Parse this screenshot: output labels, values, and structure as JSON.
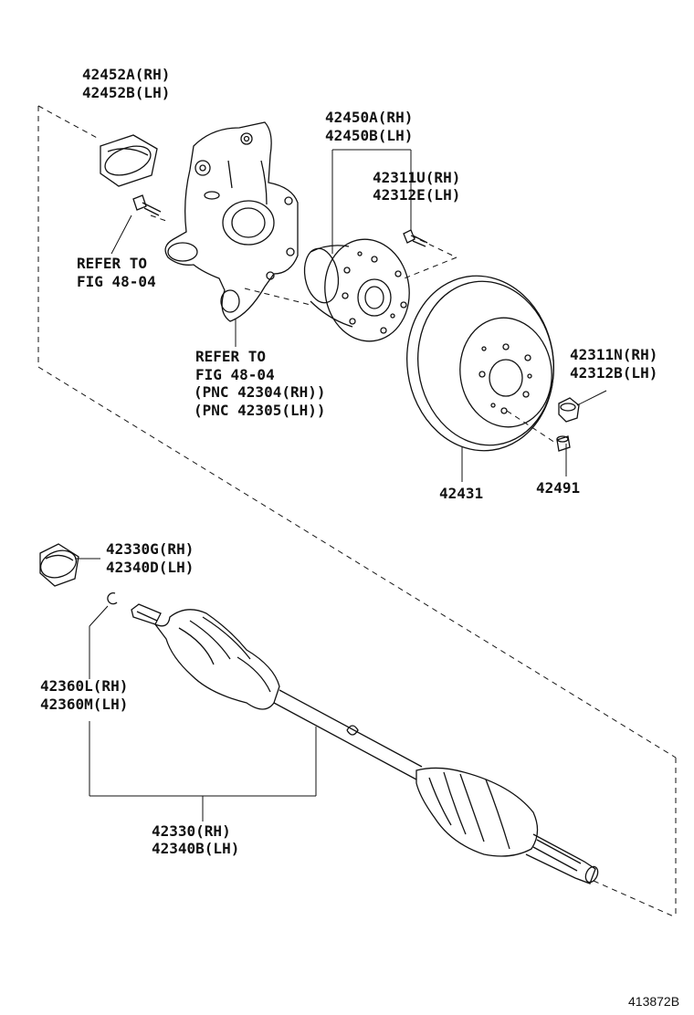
{
  "labels": {
    "l_42452a": "42452A(RH)",
    "l_42452b": "42452B(LH)",
    "l_42450a": "42450A(RH)",
    "l_42450b": "42450B(LH)",
    "l_42311u": "42311U(RH)",
    "l_42312e": "42312E(LH)",
    "refer1_a": "REFER TO",
    "refer1_b": "FIG 48-04",
    "refer2_a": "REFER TO",
    "refer2_b": "FIG 48-04",
    "pnc_rh": "(PNC 42304(RH))",
    "pnc_lh": "(PNC 42305(LH))",
    "l_42311n": "42311N(RH)",
    "l_42312b": "42312B(LH)",
    "l_42431": "42431",
    "l_42491": "42491",
    "l_42330g": "42330G(RH)",
    "l_42340d": "42340D(LH)",
    "l_42360l": "42360L(RH)",
    "l_42360m": "42360M(LH)",
    "l_42330": "42330(RH)",
    "l_42340b": "42340B(LH)",
    "drawing_no": "413872B"
  },
  "colors": {
    "ink": "#111111",
    "paper": "#ffffff"
  }
}
